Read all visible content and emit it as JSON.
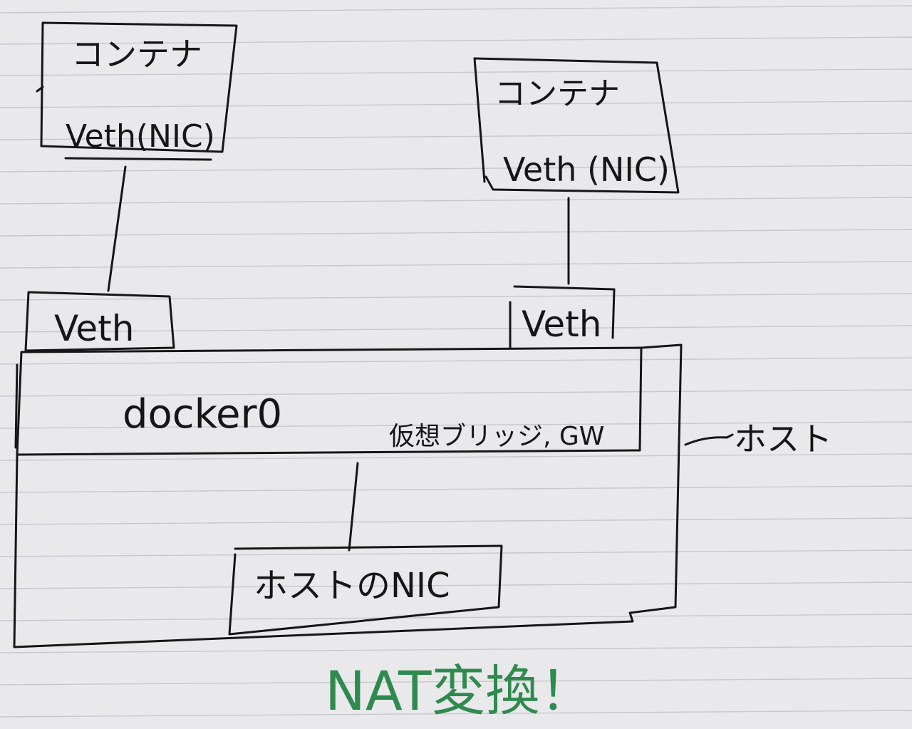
{
  "container_left": {
    "title": "コンテナ",
    "nic": "Veth(NIC)"
  },
  "container_right": {
    "title": "コンテナ",
    "nic": "Veth (NIC)"
  },
  "veth_left": "Veth",
  "veth_right": "Veth",
  "bridge": {
    "name": "docker0",
    "note": "仮想ブリッジ, GW"
  },
  "host_label": "ホスト",
  "host_nic": "ホストのNIC",
  "nat_note": "NAT変換！",
  "colors": {
    "ink": "#161616",
    "nat_ink": "#2f8a4e",
    "paper": "#e9e9ec",
    "rule_line": "#c7c8ce"
  }
}
